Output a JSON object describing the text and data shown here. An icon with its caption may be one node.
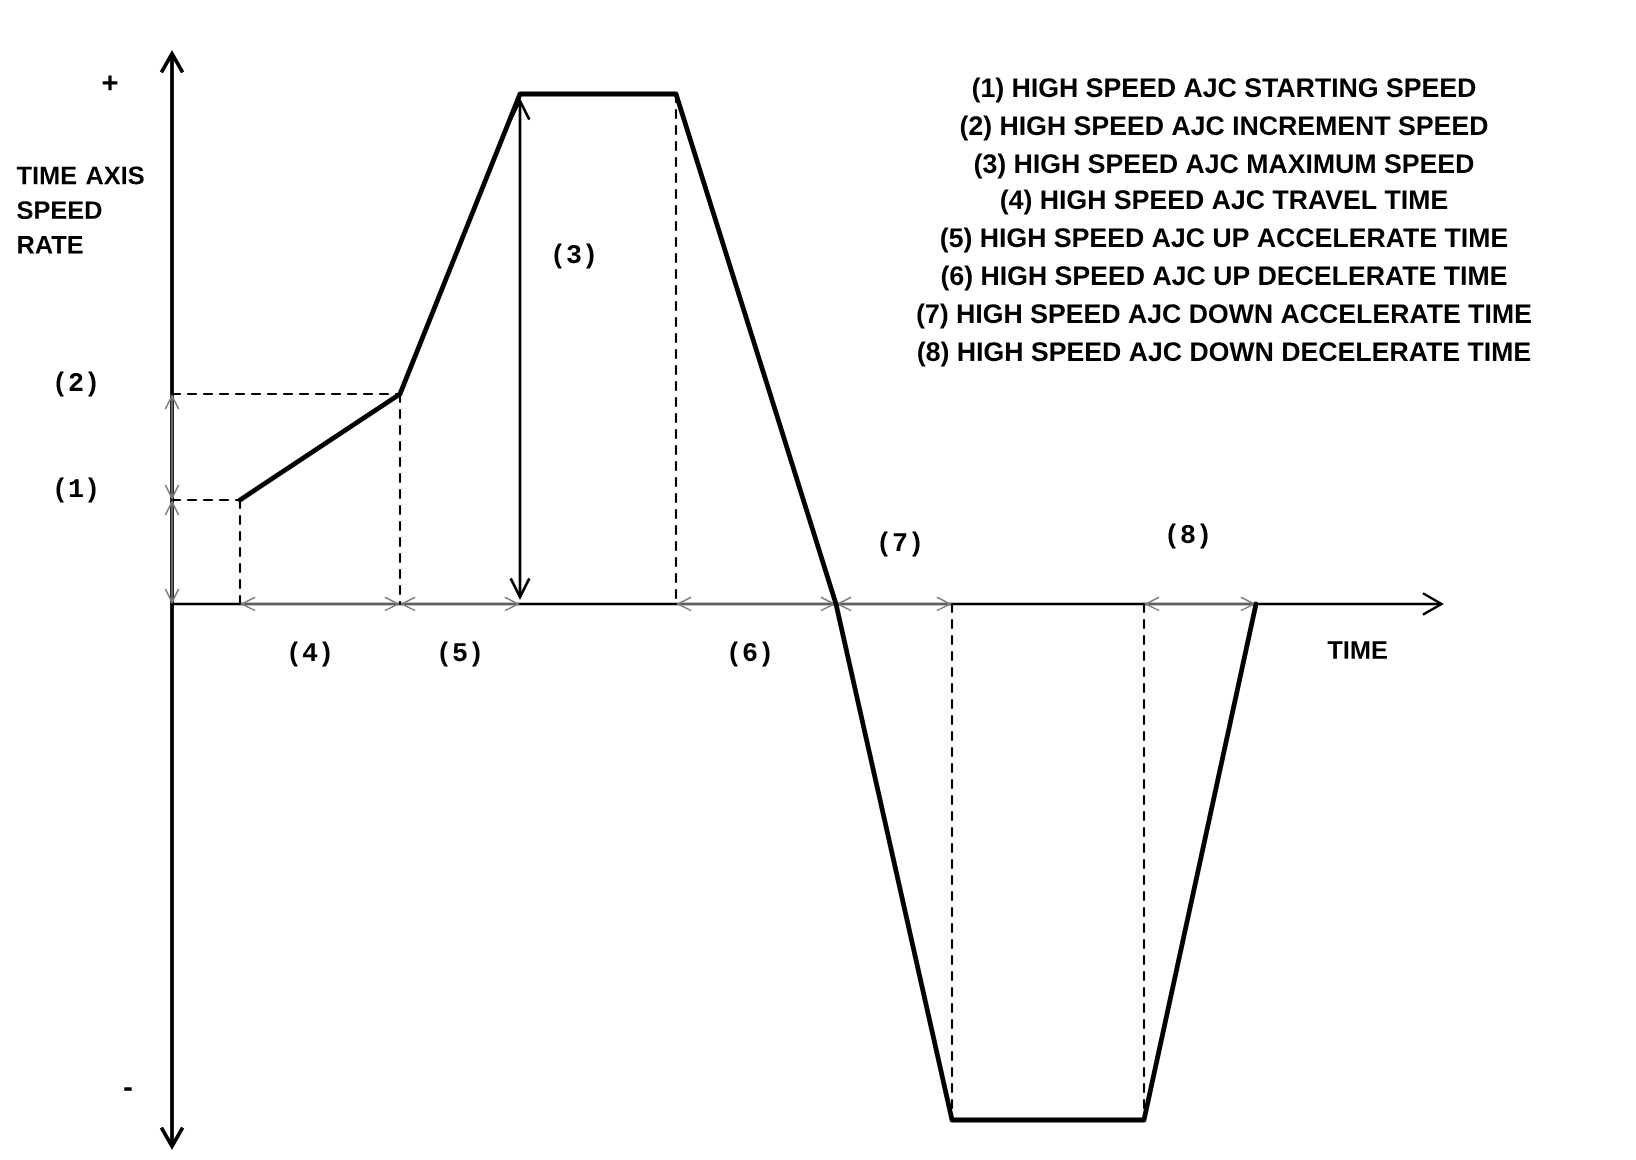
{
  "diagram": {
    "labels": [
      "+",
      "(1) HIGH SPEED AJC STARTING SPEED",
      "(2) HIGH SPEED AJC INCREMENT SPEED",
      "(3) HIGH SPEED AJC MAXIMUM SPEED",
      "(4) HIGH SPEED AJC TRAVEL TIME",
      "(5) HIGH SPEED AJC UP ACCELERATE TIME",
      "(6) HIGH SPEED AJC UP DECELERATE TIME",
      "(7) HIGH SPEED AJC DOWN ACCELERATE TIME",
      "(8) HIGH SPEED AJC DOWN DECELERATE TIME",
      "TIME AXIS SPEED RATE",
      "(3)",
      "(2)",
      "(1)",
      "(8)",
      "(7)",
      "(4)",
      "(5)",
      "(6)",
      "TIME",
      "-"
    ]
  }
}
